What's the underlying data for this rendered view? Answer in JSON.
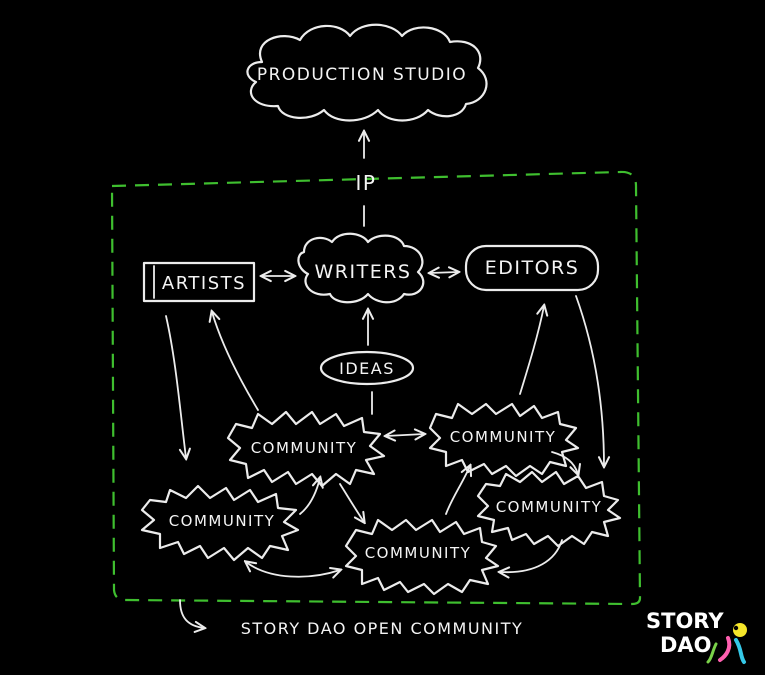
{
  "colors": {
    "background": "#000000",
    "stroke": "#ececec",
    "boundary": "#3fbf2f",
    "logo_yellow": "#f5e62a",
    "logo_pink": "#ff5fb0",
    "logo_cyan": "#35c8e8",
    "logo_green": "#7ad14a"
  },
  "diagram": {
    "production_studio": "PRODUCTION STUDIO",
    "ip_label": "IP",
    "artists": "ARTISTS",
    "writers": "WRITERS",
    "editors": "EDITORS",
    "ideas": "IDEAS",
    "community_label": "COMMUNITY",
    "caption": "STORY DAO OPEN COMMUNITY"
  },
  "logo": {
    "line1": "STORY",
    "line2": "DAO",
    "icon": "creature-mascot-icon"
  }
}
